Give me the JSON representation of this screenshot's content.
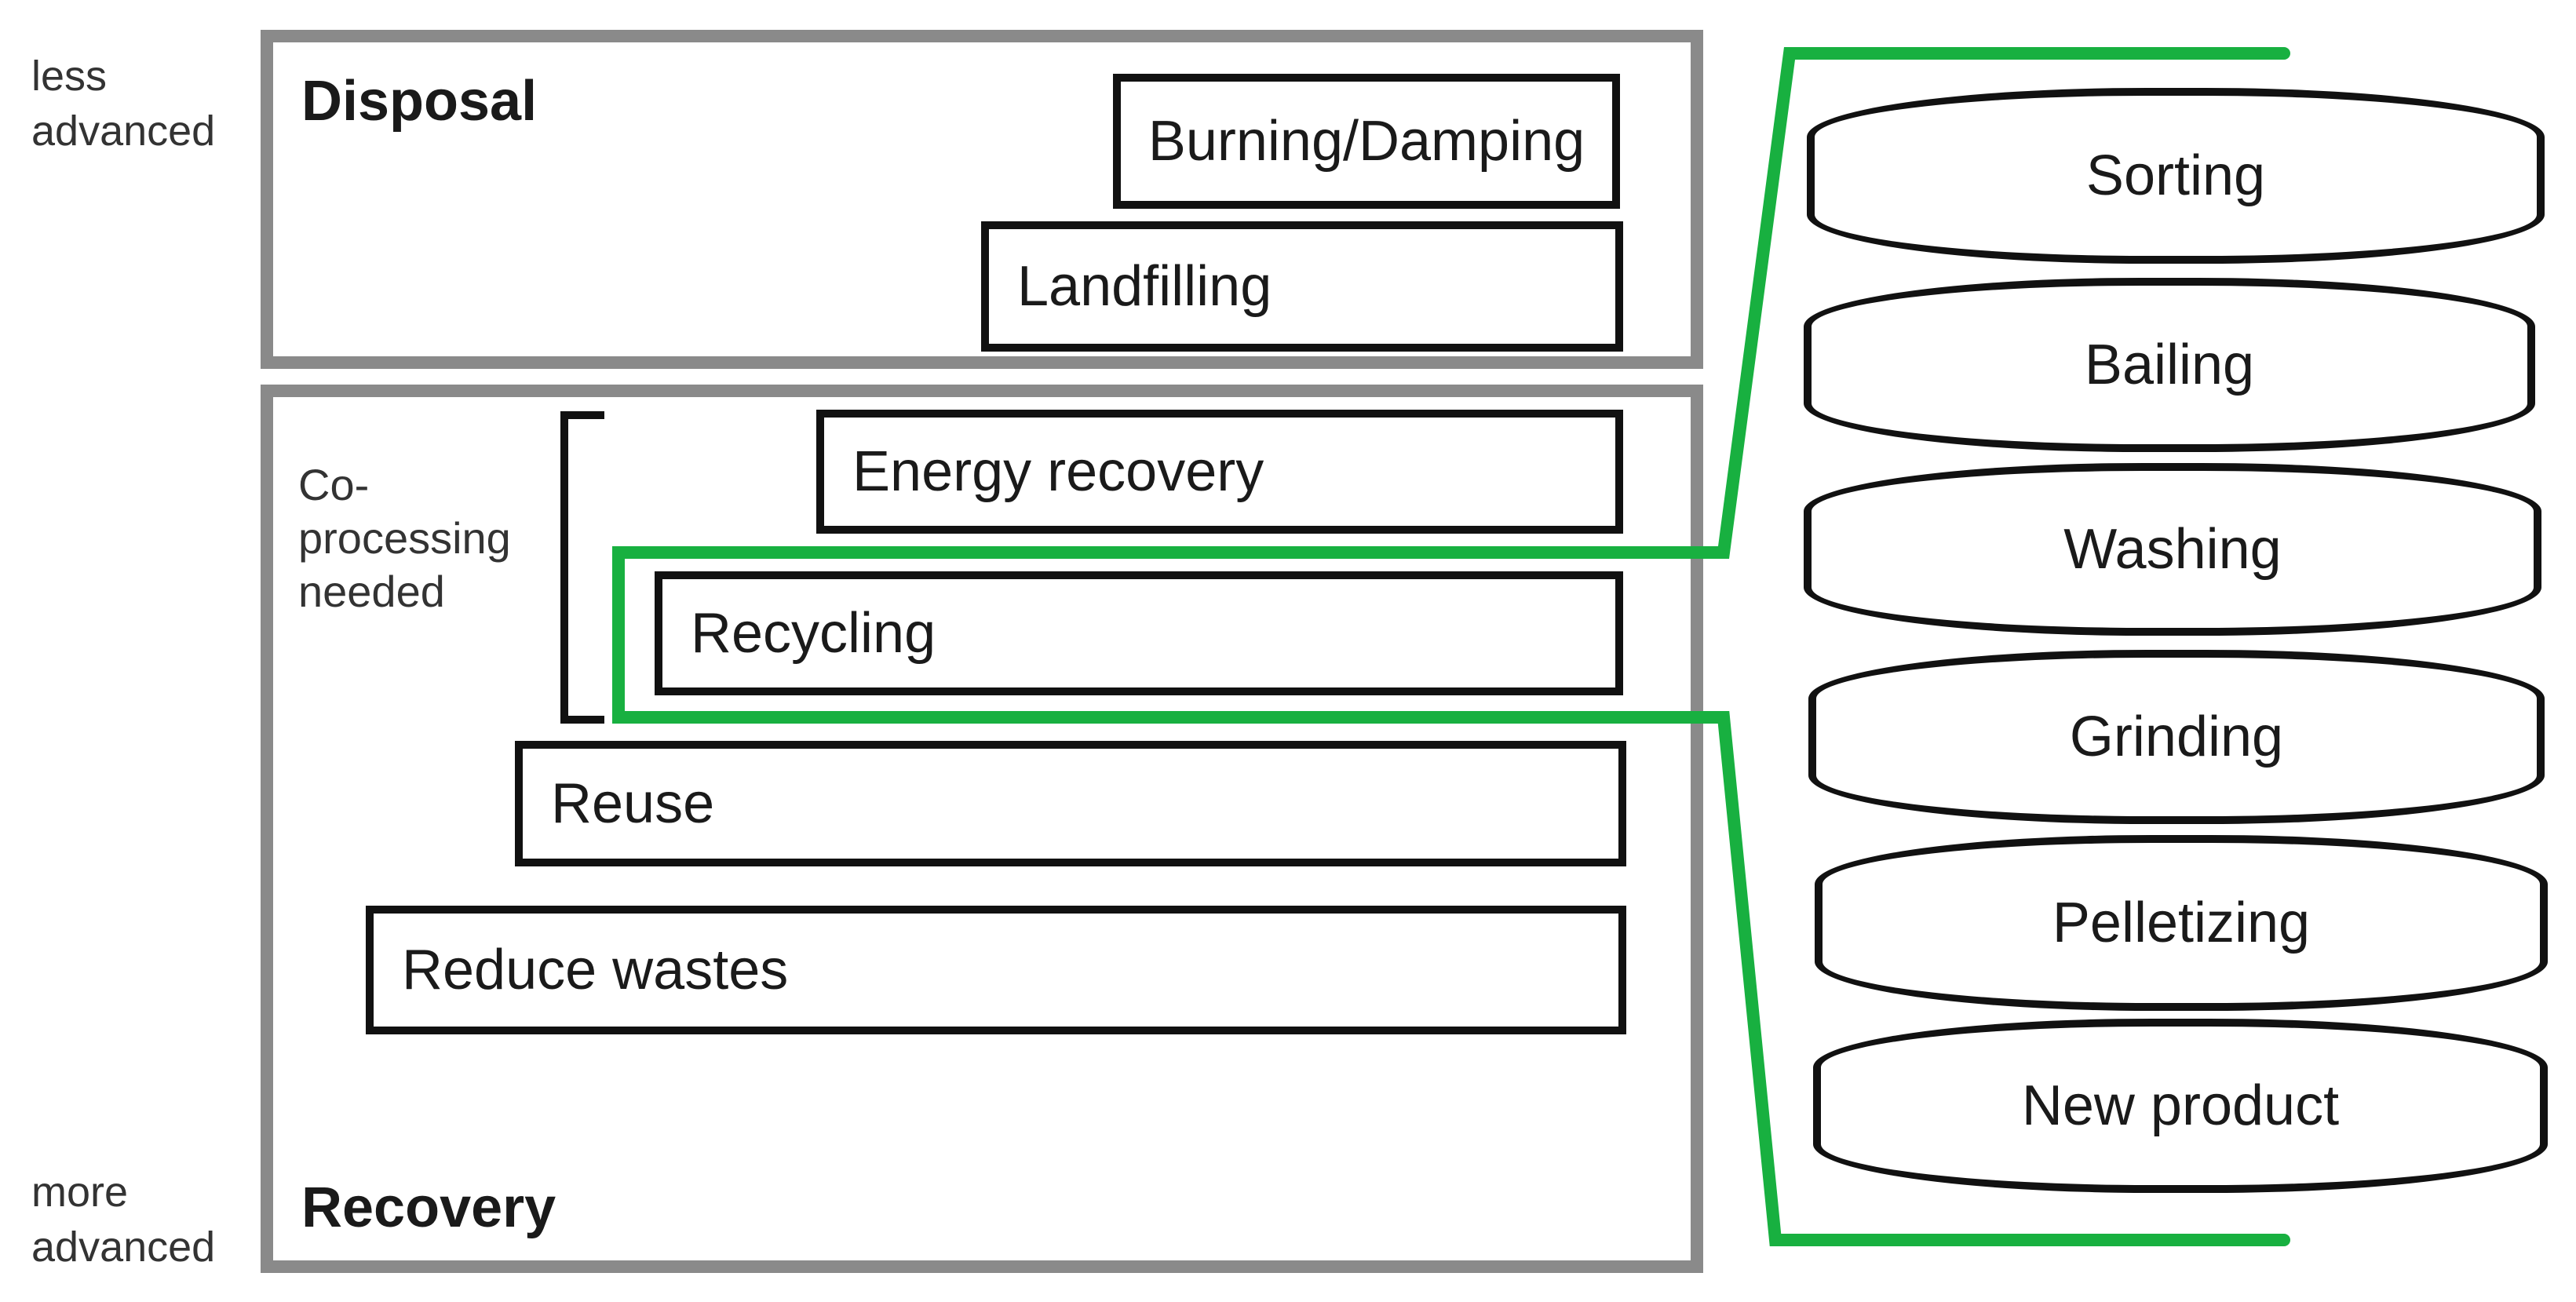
{
  "axis_labels": {
    "top": [
      "less",
      "advanced"
    ],
    "bottom": [
      "more",
      "advanced"
    ]
  },
  "disposal": {
    "title": "Disposal",
    "steps": [
      "Burning/Damping",
      "Landfilling"
    ]
  },
  "recovery": {
    "title": "Recovery",
    "note": [
      "Co-",
      "processing",
      "needed"
    ],
    "steps": [
      "Energy recovery",
      "Recycling",
      "Reuse",
      "Reduce wastes"
    ]
  },
  "recycling_process": {
    "steps": [
      "Sorting",
      "Bailing",
      "Washing",
      "Grinding",
      "Pelletizing",
      "New product"
    ]
  },
  "colors": {
    "panel_border": "#8a8a8a",
    "box_border": "#111111",
    "connector": "#18b040"
  }
}
